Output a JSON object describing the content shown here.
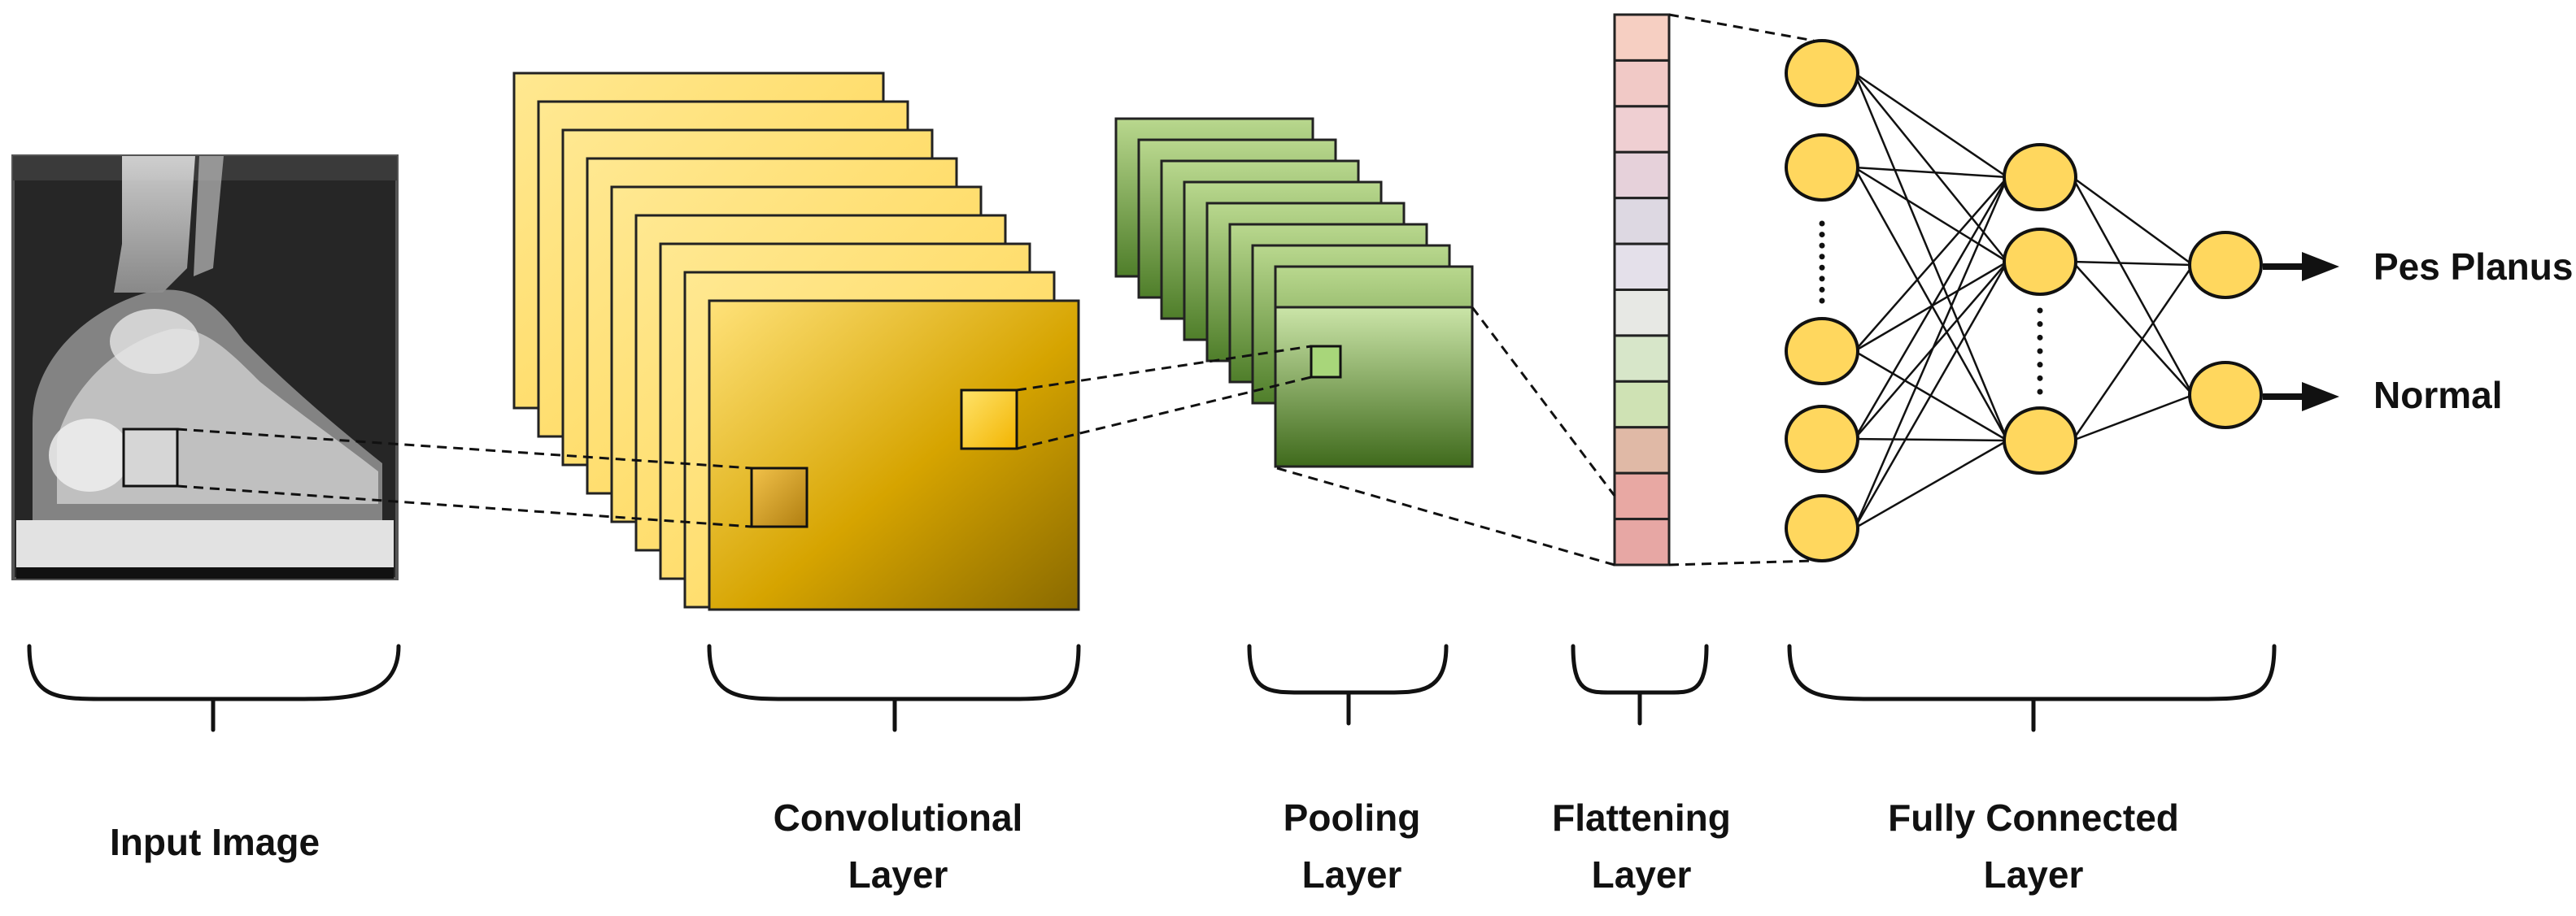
{
  "sections": {
    "input": {
      "label": "Input Image"
    },
    "conv": {
      "label_line1": "Convolutional",
      "label_line2": "Layer"
    },
    "pool": {
      "label_line1": "Pooling",
      "label_line2": "Layer"
    },
    "flatten": {
      "label_line1": "Flattening",
      "label_line2": "Layer"
    },
    "fc": {
      "label_line1": "Fully Connected",
      "label_line2": "Layer"
    }
  },
  "outputs": [
    {
      "label": "Pes Planus"
    },
    {
      "label": "Normal"
    }
  ],
  "network": {
    "input_neurons": 5,
    "hidden_neurons": 3,
    "output_neurons": 2
  },
  "colors": {
    "conv_light": "#ffe27a",
    "conv_dark": "#8a6a00",
    "pool_light": "#c9e3a6",
    "pool_dark": "#3f6a1c",
    "neuron_fill": "#ffd75e",
    "xray_background": "#2a2a2a"
  },
  "flatten_cell_colors": [
    "#f6cfc2",
    "#f1c9c6",
    "#efcfd2",
    "#e6d1da",
    "#ddd8e2",
    "#e4e0ea",
    "#e7e8e4",
    "#d7e6c9",
    "#cfe2b4",
    "#e0b9a6",
    "#e8a8a3",
    "#e7a7a4"
  ]
}
